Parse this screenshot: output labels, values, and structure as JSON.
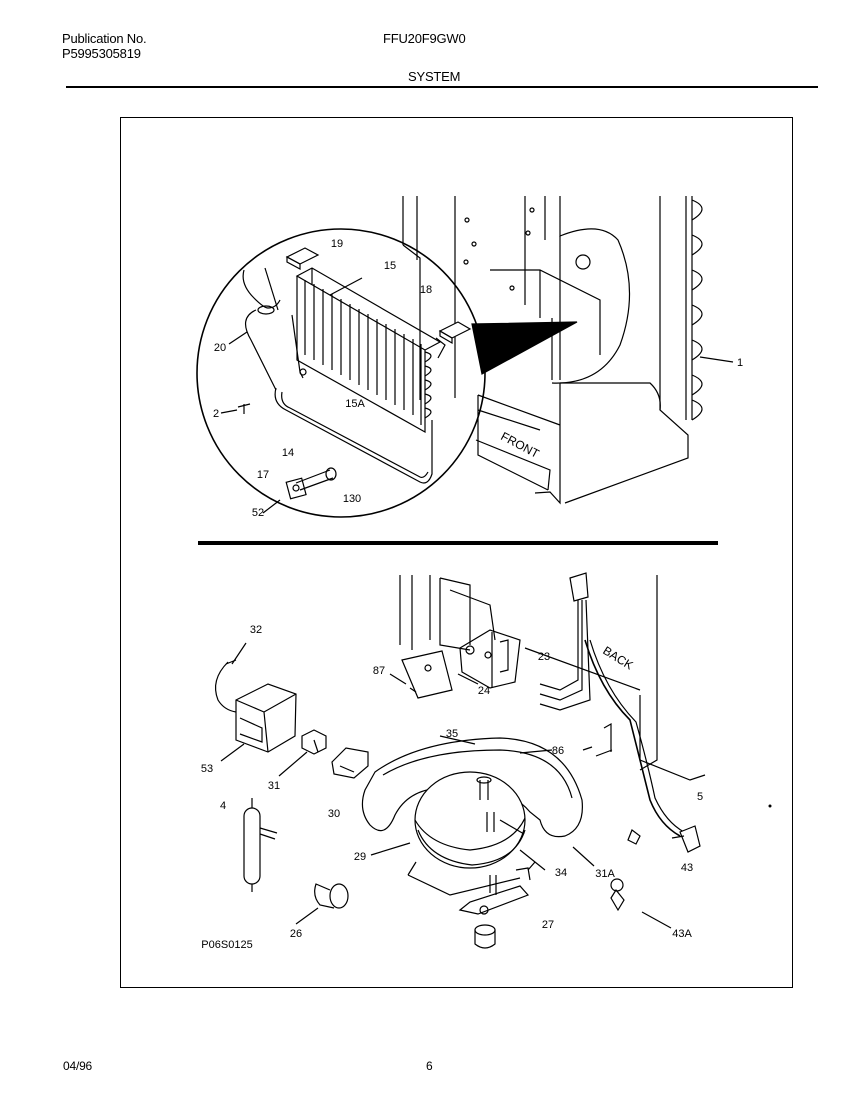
{
  "header": {
    "publication_label": "Publication No.",
    "publication_number": "P5995305819",
    "model": "FFU20F9GW0",
    "section": "SYSTEM"
  },
  "diagram": {
    "drawing_number": "P06S0125",
    "cabinet_text_front": "FRONT",
    "cabinet_text_back": "BACK",
    "callouts": {
      "c19": "19",
      "c15": "15",
      "c18": "18",
      "c20": "20",
      "c15a": "15A",
      "c2": "2",
      "c14": "14",
      "c17": "17",
      "c130": "130",
      "c52": "52",
      "c1": "1",
      "c32": "32",
      "c87": "87",
      "c23": "23",
      "c24": "24",
      "c35": "35",
      "c86": "86",
      "c53": "53",
      "c31": "31",
      "c4": "4",
      "c30": "30",
      "c5": "5",
      "c29": "29",
      "c34": "34",
      "c31a": "31A",
      "c43": "43",
      "c26": "26",
      "c27": "27",
      "c43a": "43A"
    }
  },
  "footer": {
    "date": "04/96",
    "page": "6"
  }
}
